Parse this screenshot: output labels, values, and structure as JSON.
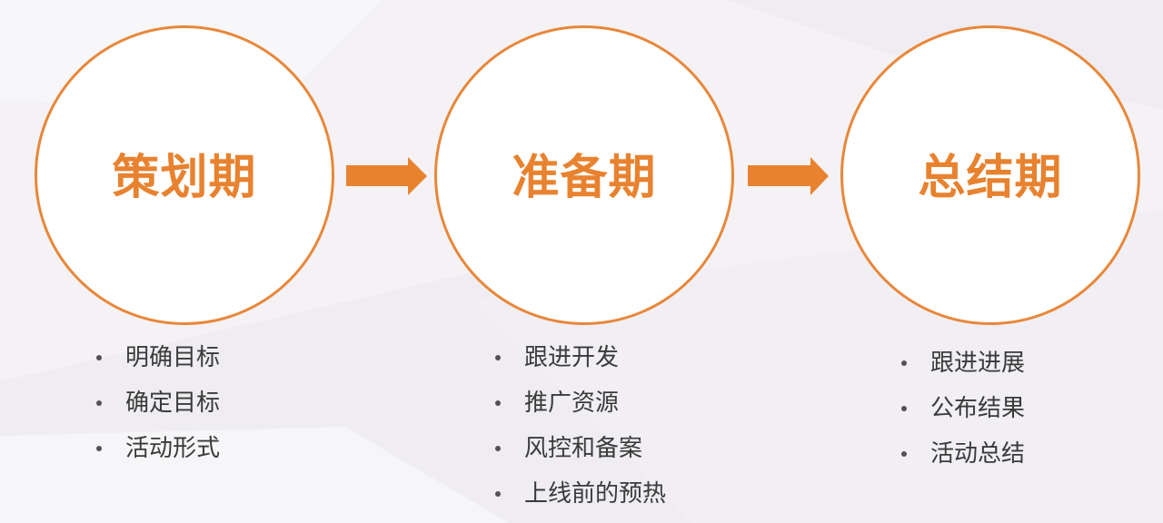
{
  "colors": {
    "accent": "#e8822f",
    "circle_border": "#e8873a",
    "text": "#3a3a3a",
    "background": "#f3f1f4"
  },
  "stages": [
    {
      "title": "策划期",
      "items": [
        "明确目标",
        "确定目标",
        "活动形式"
      ]
    },
    {
      "title": "准备期",
      "items": [
        "跟进开发",
        "推广资源",
        "风控和备案",
        "上线前的预热"
      ]
    },
    {
      "title": "总结期",
      "items": [
        "跟进进展",
        "公布结果",
        "活动总结"
      ]
    }
  ],
  "connectors": [
    "arrow-right-icon",
    "arrow-right-icon"
  ]
}
